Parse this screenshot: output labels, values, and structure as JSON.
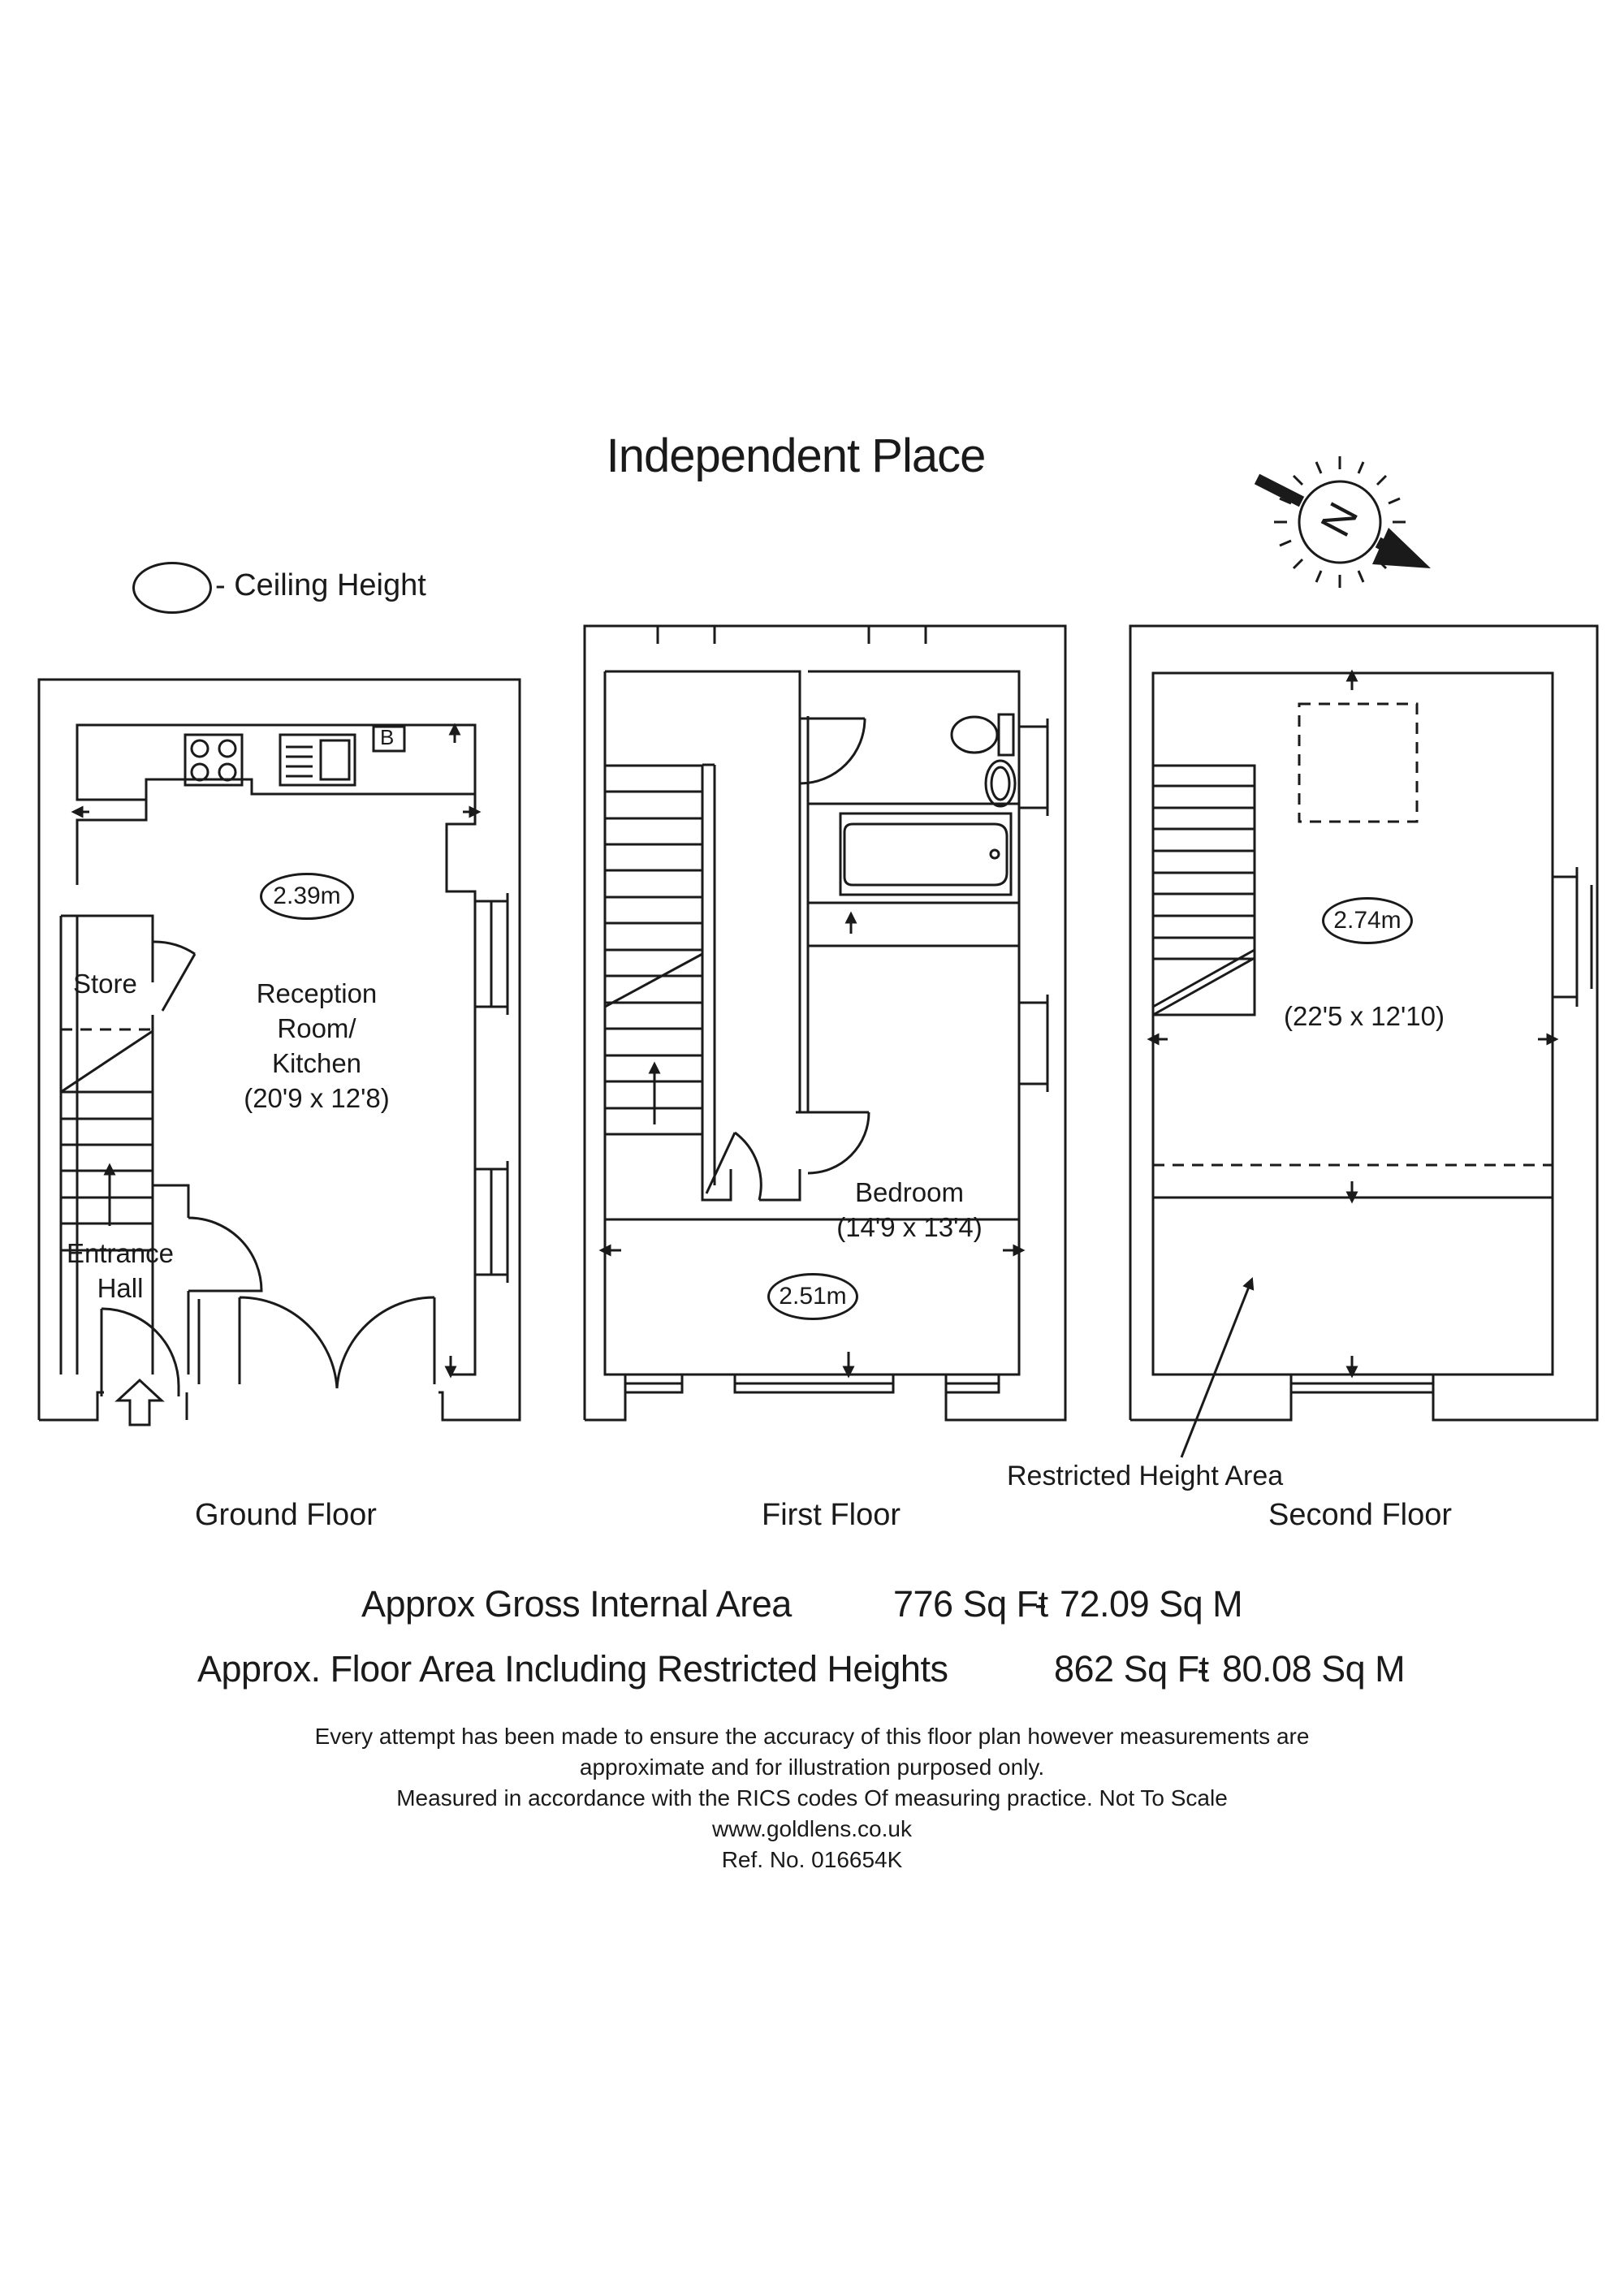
{
  "title": "Independent Place",
  "legend": {
    "label": "- Ceiling Height"
  },
  "compass": {
    "letter": "N"
  },
  "ground_floor": {
    "name": "Ground Floor",
    "ceiling_height": "2.39m",
    "rooms": {
      "store": "Store",
      "reception_line1": "Reception",
      "reception_line2": "Room/",
      "reception_line3": "Kitchen",
      "reception_dims": "(20'9 x 12'8)",
      "entrance_line1": "Entrance",
      "entrance_line2": "Hall"
    },
    "boiler_label": "B"
  },
  "first_floor": {
    "name": "First Floor",
    "ceiling_height": "2.51m",
    "rooms": {
      "bedroom": "Bedroom",
      "bedroom_dims": "(14'9 x 13'4)"
    }
  },
  "second_floor": {
    "name": "Second Floor",
    "ceiling_height": "2.74m",
    "rooms": {
      "room_dims": "(22'5 x 12'10)"
    },
    "restricted_label": "Restricted Height Area"
  },
  "areas": [
    {
      "label": "Approx Gross Internal Area",
      "sqft": "776 Sq Ft",
      "sep": "-",
      "sqm": "72.09 Sq M"
    },
    {
      "label": "Approx. Floor Area Including Restricted Heights",
      "sqft": "862 Sq Ft",
      "sep": "-",
      "sqm": "80.08 Sq M"
    }
  ],
  "disclaimer": {
    "line1": "Every attempt has been made to ensure the accuracy of this floor plan however measurements are",
    "line2": "approximate and for illustration purposed only.",
    "line3": "Measured in accordance with the RICS codes Of measuring practice. Not To Scale",
    "line4": "www.goldlens.co.uk",
    "line5": "Ref. No. 016654K"
  }
}
